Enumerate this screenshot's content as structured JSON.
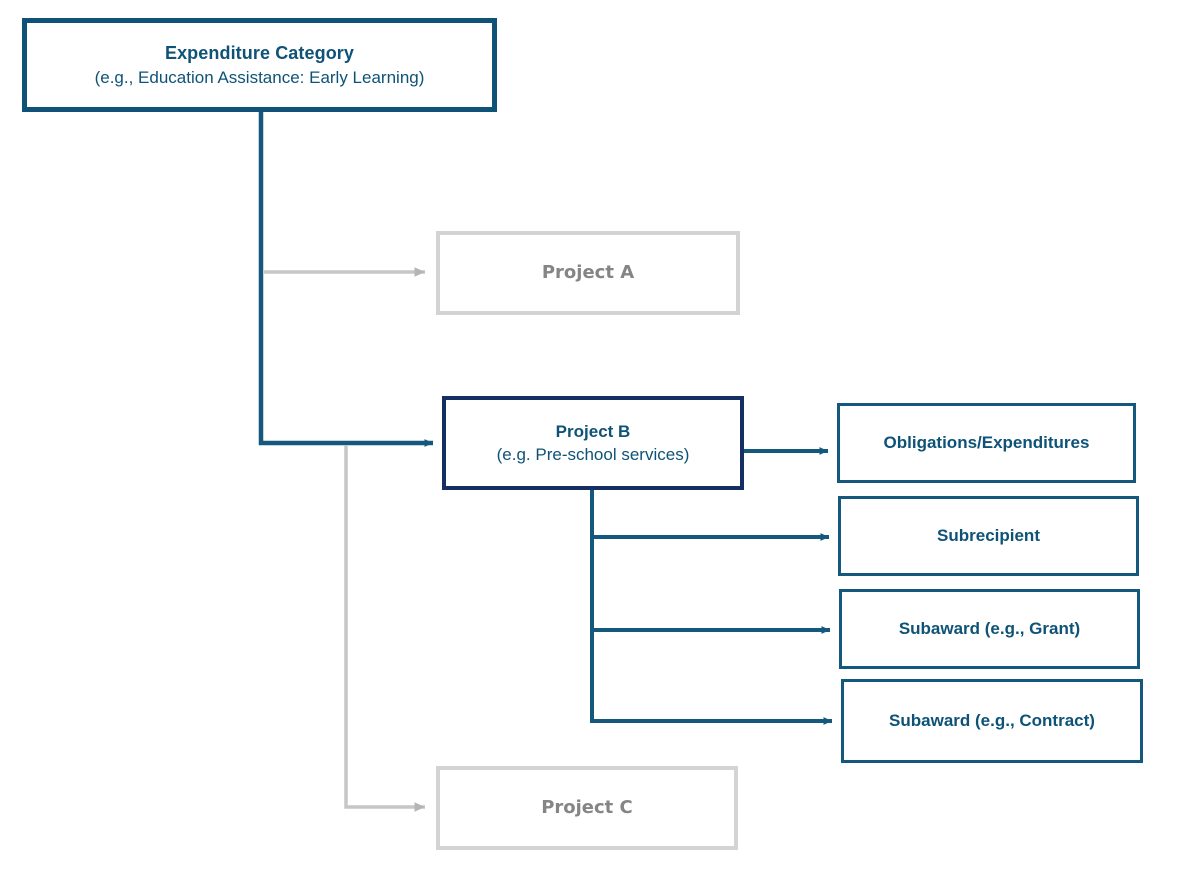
{
  "diagram": {
    "type": "hierarchy-flowchart",
    "colors": {
      "primary_blue": "#0e5377",
      "connector_blue": "#14597d",
      "active_border_navy": "#152f63",
      "muted_gray": "#d3d3d3",
      "muted_text": "#858585",
      "muted_arrow": "#b5b5b5",
      "background": "#ffffff"
    },
    "root": {
      "title": "Expenditure Category",
      "subtitle": "(e.g., Education Assistance: Early Learning)"
    },
    "projects": [
      {
        "id": "project-a",
        "title": "Project A",
        "subtitle": "",
        "state": "muted"
      },
      {
        "id": "project-b",
        "title": "Project B",
        "subtitle": "(e.g. Pre-school services)",
        "state": "active"
      },
      {
        "id": "project-c",
        "title": "Project C",
        "subtitle": "",
        "state": "muted"
      }
    ],
    "leaves": [
      {
        "id": "obligations",
        "title": "Obligations/Expenditures"
      },
      {
        "id": "subrecipient",
        "title": "Subrecipient"
      },
      {
        "id": "subgrant",
        "title": "Subaward (e.g., Grant)"
      },
      {
        "id": "subcontract",
        "title": "Subaward (e.g., Contract)"
      }
    ],
    "connectors": [
      {
        "id": "root-to-project-a",
        "from": "root",
        "to": "project-a",
        "style": "muted"
      },
      {
        "id": "root-to-project-b",
        "from": "root",
        "to": "project-b",
        "style": "primary"
      },
      {
        "id": "root-to-project-c",
        "from": "root",
        "to": "project-c",
        "style": "muted"
      },
      {
        "id": "project-b-to-obligations",
        "from": "project-b",
        "to": "obligations",
        "style": "primary"
      },
      {
        "id": "project-b-to-subrecipient",
        "from": "project-b",
        "to": "subrecipient",
        "style": "primary"
      },
      {
        "id": "project-b-to-subgrant",
        "from": "project-b",
        "to": "subgrant",
        "style": "primary"
      },
      {
        "id": "project-b-to-subcontract",
        "from": "project-b",
        "to": "subcontract",
        "style": "primary"
      }
    ]
  }
}
